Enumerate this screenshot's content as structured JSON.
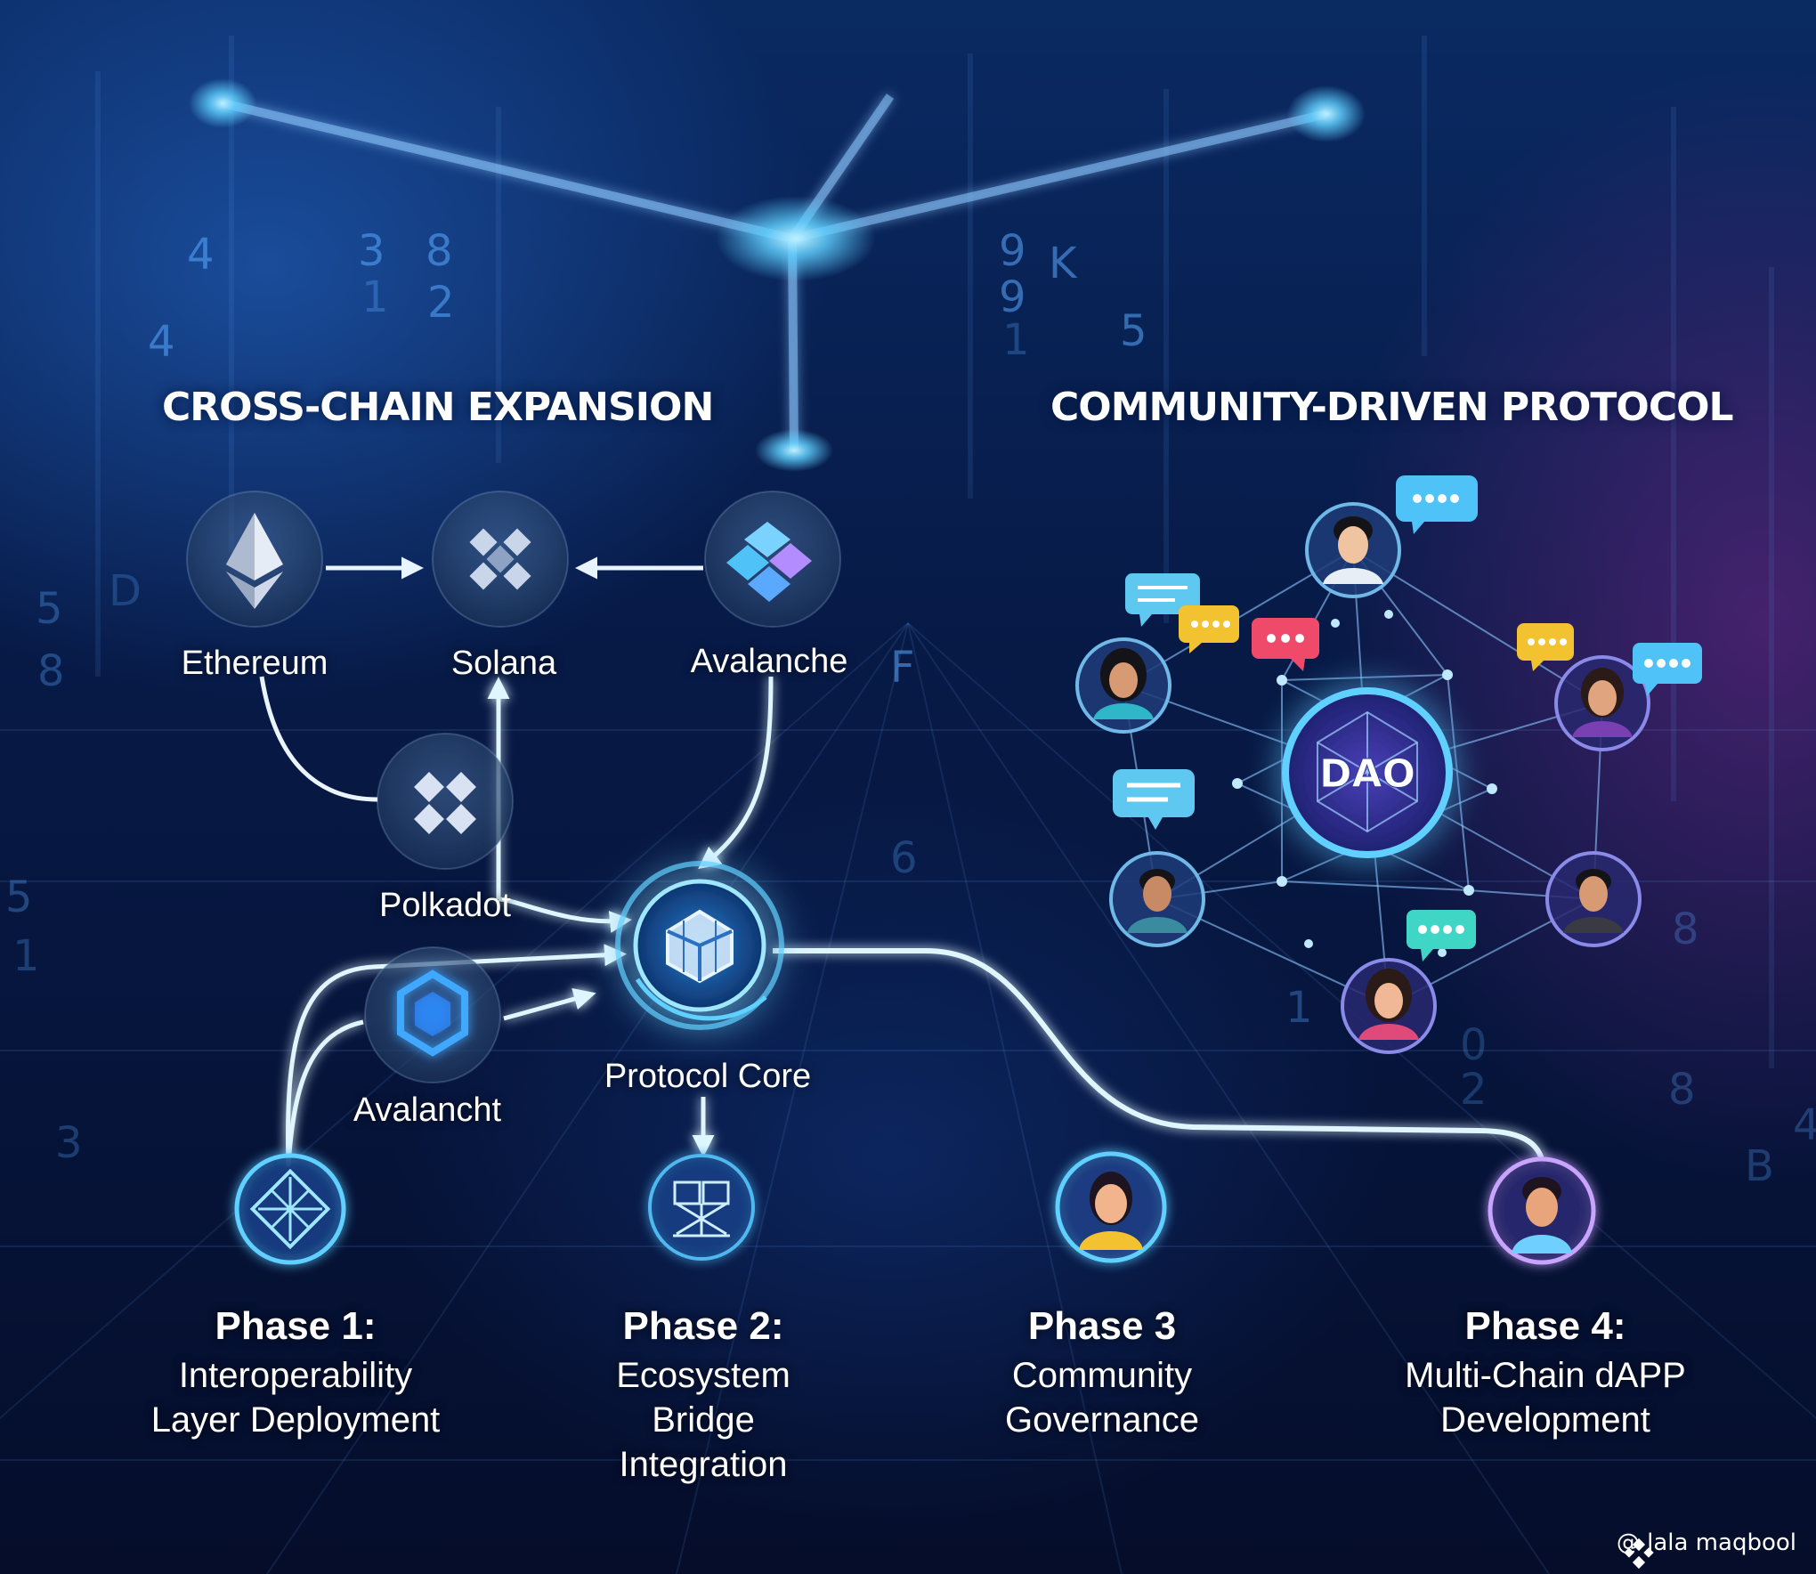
{
  "sections": {
    "left_title": "CROSS-CHAIN EXPANSION",
    "right_title": "COMMUNITY-DRIVEN PROTOCOL"
  },
  "nodes": {
    "ethereum": "Ethereum",
    "solana": "Solana",
    "avalanche_top": "Avalanche",
    "polkadot": "Polkadot",
    "avalancht": "Avalancht",
    "protocol_core": "Protocol Core",
    "dao": "DAO"
  },
  "phases": [
    {
      "title": "Phase 1:",
      "desc": "Interoperability\nLayer Deployment"
    },
    {
      "title": "Phase 2:",
      "desc": "Ecosystem\nBridge\nIntegration"
    },
    {
      "title": "Phase 3",
      "desc": "Community\nGovernance"
    },
    {
      "title": "Phase 4:",
      "desc": "Multi-Chain dAPP\nDevelopment"
    }
  ],
  "background_glyphs": [
    "4",
    "3",
    "8",
    "1",
    "2",
    "4",
    "9",
    "K",
    "9",
    "1",
    "5",
    "5",
    "8",
    "D",
    "F",
    "5",
    "1",
    "6",
    "3",
    "8",
    "1",
    "0",
    "2",
    "8",
    "B",
    "4"
  ],
  "watermark": "@ lala maqbool",
  "colors": {
    "accent": "#5fd0ff",
    "glow": "#3aa8ff",
    "background": "#071a47",
    "purple": "#b06ad8"
  },
  "icons": {
    "ethereum": "ethereum-icon",
    "solana": "solana-icon",
    "avalanche": "avalanche-icon",
    "polkadot": "polkadot-icon",
    "avalancht": "hexagon-icon",
    "protocol_core": "protocol-core-icon",
    "dao": "dao-icon",
    "phase1": "lattice-icon",
    "phase2": "bridge-icon",
    "phase3": "user-avatar-icon",
    "phase4": "user-avatar-icon"
  }
}
